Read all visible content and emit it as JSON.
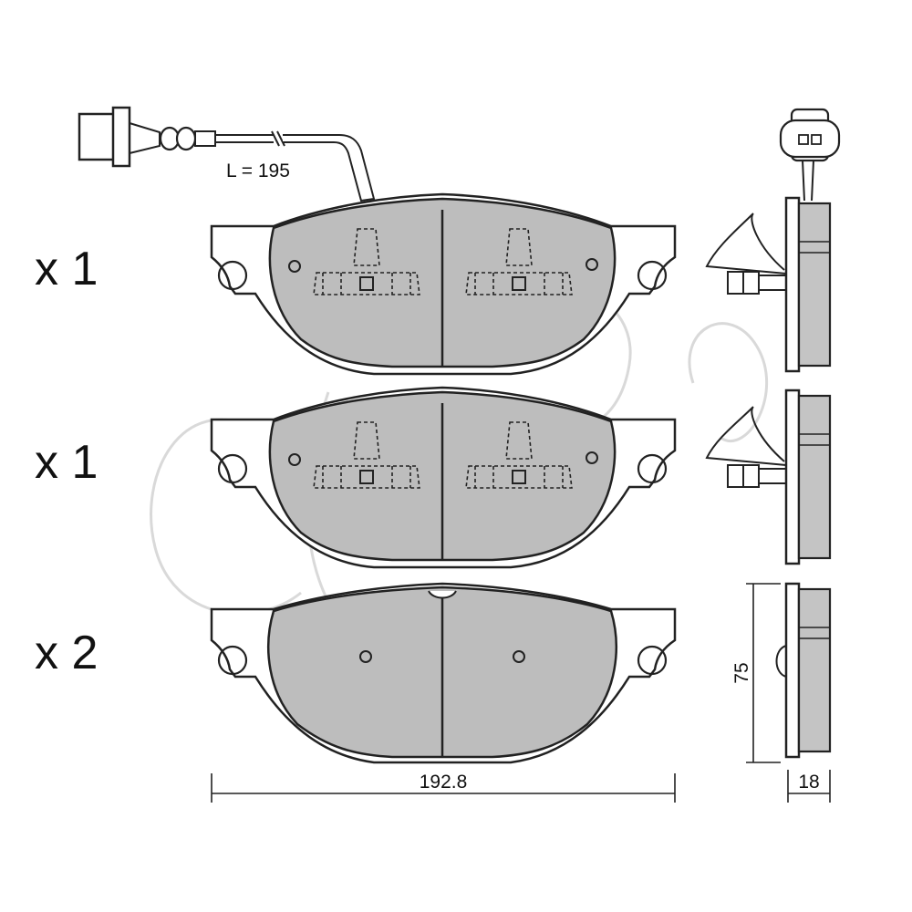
{
  "sets": [
    {
      "quantity": "x 1",
      "variant": "with-sensor-wire"
    },
    {
      "quantity": "x 1",
      "variant": "with-clip"
    },
    {
      "quantity": "x 2",
      "variant": "plain"
    }
  ],
  "dimensions": {
    "wire_length": "L = 195",
    "width": "192.8",
    "height": "75",
    "thickness": "18"
  },
  "colors": {
    "pad_friction": "#bdbdbd",
    "line": "#222222",
    "watermark": "#d9d9d9"
  }
}
